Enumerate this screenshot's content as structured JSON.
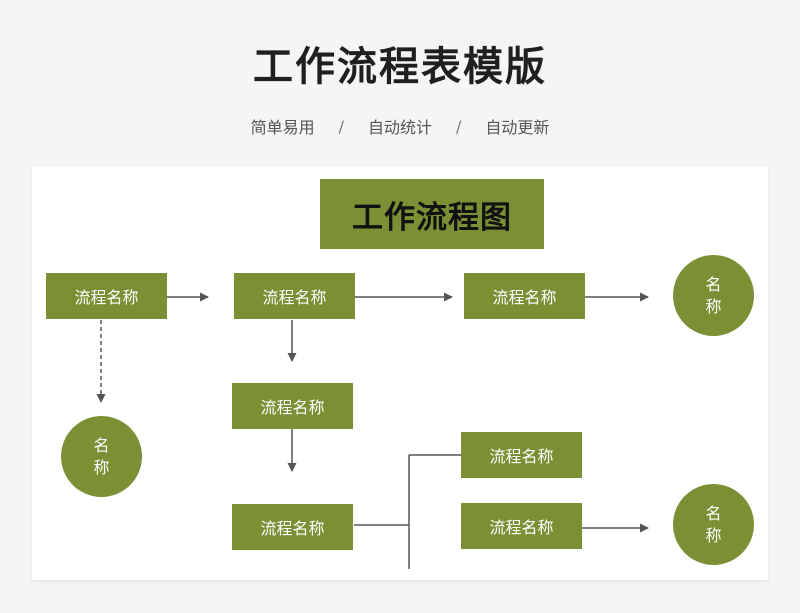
{
  "header": {
    "title": "工作流程表模版",
    "features": [
      "简单易用",
      "自动统计",
      "自动更新"
    ],
    "separator": "/"
  },
  "diagram": {
    "title": "工作流程图",
    "process_label": "流程名称",
    "terminal_label": "名称",
    "colors": {
      "node_fill": "#7b9035",
      "connector": "#555555"
    }
  }
}
